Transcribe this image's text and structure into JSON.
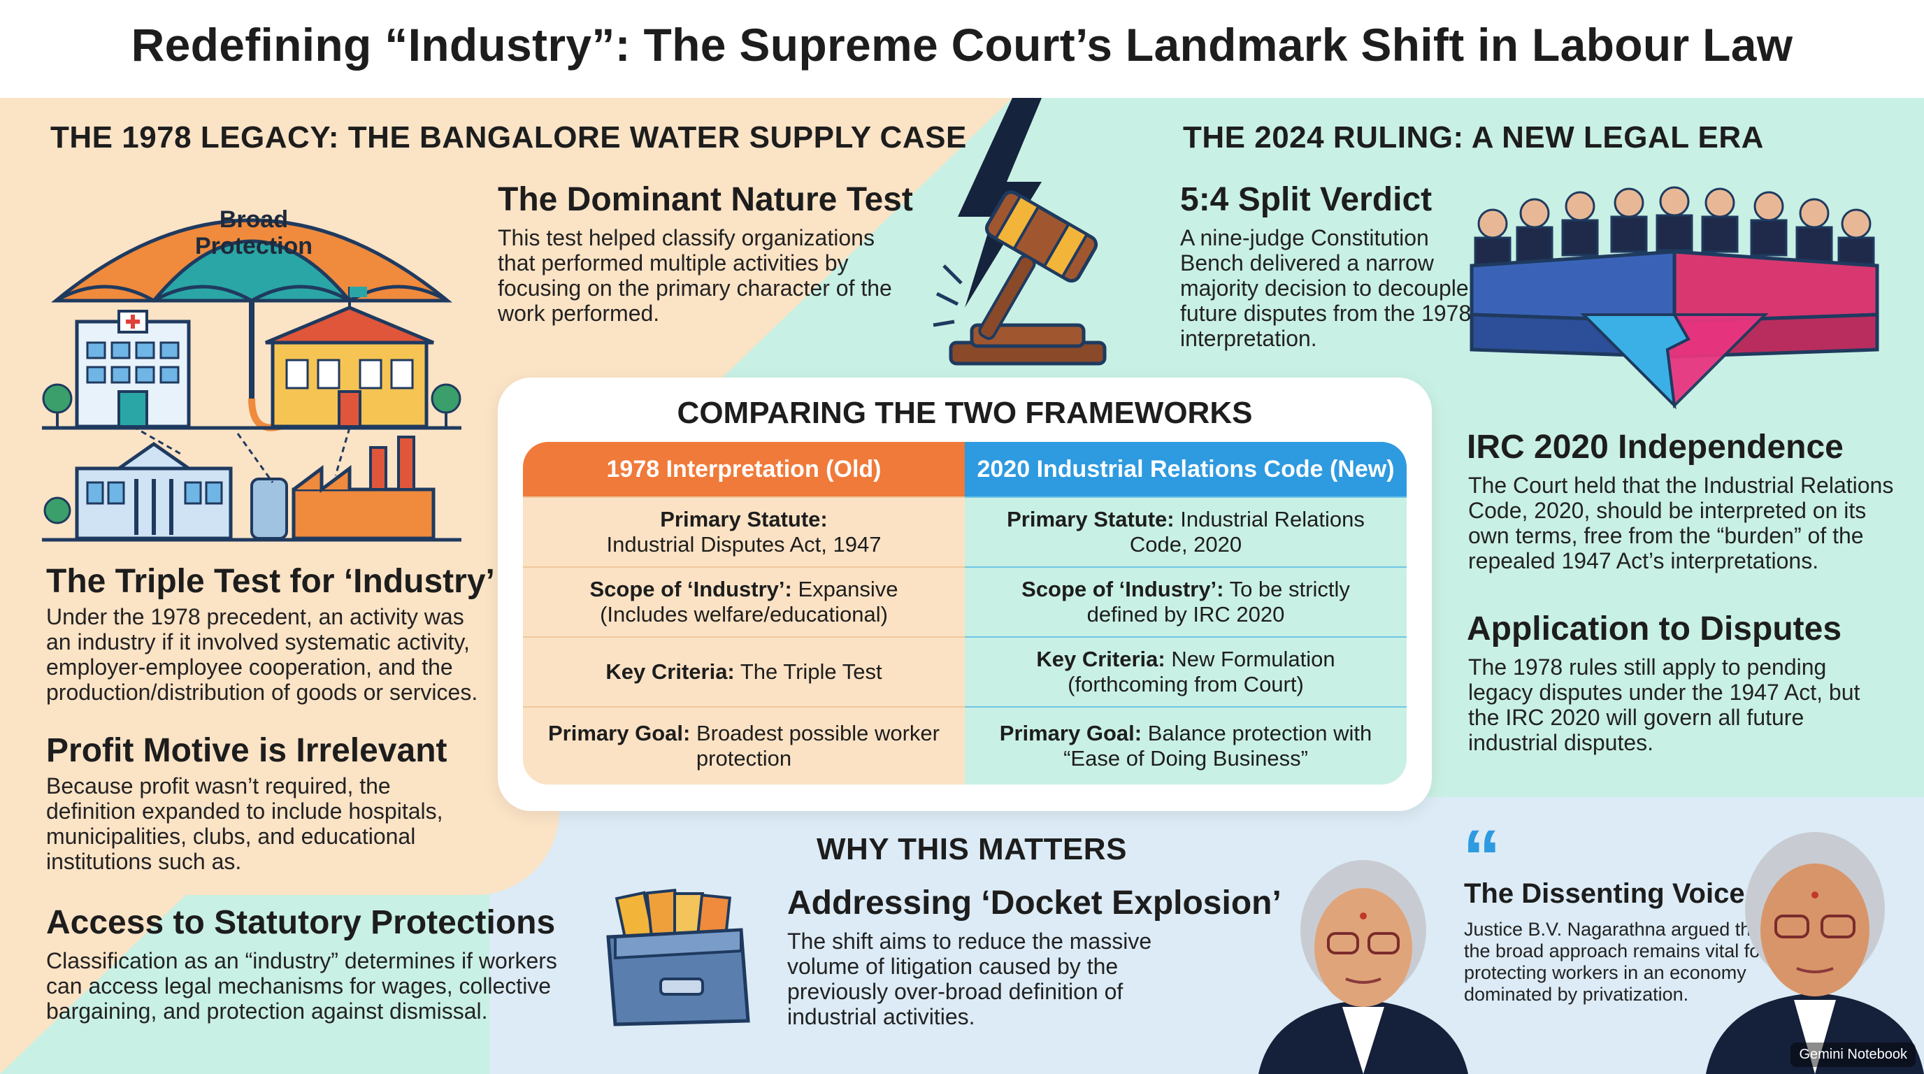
{
  "title": "Redefining “Industry”: The Supreme Court’s Landmark Shift in Labour Law",
  "left": {
    "heading": "THE 1978 LEGACY: THE BANGALORE WATER SUPPLY CASE",
    "umbrella_label": "Broad Protection",
    "dominant": {
      "title": "The Dominant Nature Test",
      "text": "This test helped classify organizations that performed multiple activities by focusing on the primary character of the work performed."
    },
    "triple": {
      "title": "The Triple Test for ‘Industry’",
      "text": "Under the 1978 precedent, an activity was an industry if it involved systematic activity, employer-employee cooperation, and the production/distribution of goods or services."
    },
    "profit": {
      "title": "Profit Motive is Irrelevant",
      "text": "Because profit wasn’t required, the definition expanded to include hospitals, municipalities, clubs, and educational institutions such as."
    }
  },
  "right": {
    "heading": "THE 2024 RULING: A NEW LEGAL ERA",
    "split": {
      "title": "5:4 Split Verdict",
      "text": "A nine-judge Constitution Bench delivered a narrow majority decision to decouple future disputes from the 1978 interpretation."
    },
    "irc": {
      "title": "IRC 2020 Independence",
      "text": "The Court held that the Industrial Relations Code, 2020, should be interpreted on its own terms, free from the “burden” of the repealed 1947 Act’s interpretations."
    },
    "application": {
      "title": "Application to Disputes",
      "text": "The 1978 rules still apply to pending legacy disputes under the 1947 Act, but the IRC 2020 will govern all future industrial disputes."
    }
  },
  "compare": {
    "heading": "COMPARING THE TWO FRAMEWORKS",
    "col_old": "1978 Interpretation (Old)",
    "col_new": "2020 Industrial Relations Code (New)",
    "rows": [
      {
        "old_label": "Primary Statute:",
        "old_value": "Industrial Disputes Act, 1947",
        "new_label": "Primary Statute:",
        "new_value": "Industrial Relations Code, 2020"
      },
      {
        "old_label": "Scope of ‘Industry’:",
        "old_value": "Expansive (Includes welfare/educational)",
        "new_label": "Scope of ‘Industry’:",
        "new_value": "To be strictly defined by IRC 2020"
      },
      {
        "old_label": "Key Criteria:",
        "old_value": "The Triple Test",
        "new_label": "Key Criteria:",
        "new_value": "New Formulation (forthcoming from Court)"
      },
      {
        "old_label": "Primary Goal:",
        "old_value": "Broadest possible worker protection",
        "new_label": "Primary Goal:",
        "new_value": "Balance protection with “Ease of Doing Business”"
      }
    ]
  },
  "bottom": {
    "access": {
      "title": "Access to Statutory Protections",
      "text": "Classification as an “industry” determines if workers can access legal mechanisms for wages, collective bargaining, and protection against dismissal."
    },
    "why_heading": "WHY THIS MATTERS",
    "docket": {
      "title": "Addressing ‘Docket Explosion’",
      "text": "The shift aims to reduce the massive volume of litigation caused by the previously over-broad definition of industrial activities."
    },
    "dissent": {
      "quote_mark": "“",
      "title": "The Dissenting Voice",
      "text": "Justice B.V. Nagarathna argued that the broad approach remains vital for protecting workers in an economy dominated by privatization."
    }
  },
  "logo": "Gemini Notebook",
  "colors": {
    "orange": "#f07a3a",
    "blue": "#2e9ae0",
    "peach": "#fbe3c6",
    "mint": "#c9f0e4",
    "navy": "#1f3a5f"
  }
}
